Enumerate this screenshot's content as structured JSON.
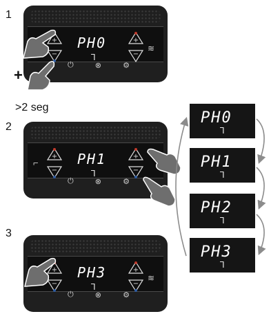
{
  "steps": [
    {
      "number": "1",
      "display": "PH0"
    },
    {
      "number": "2",
      "display": "PH1"
    },
    {
      "number": "3",
      "display": "PH3"
    }
  ],
  "combo_mark": "+",
  "hold_note": ">2 seg",
  "sequence": [
    "PH0",
    "PH1",
    "PH2",
    "PH3"
  ],
  "icons": [
    "plus-icon",
    "minus-icon",
    "heat-wave-icon",
    "power-icon",
    "timer-icon",
    "settings-icon",
    "tap-icon",
    "hand-pointer-icon"
  ],
  "colors": {
    "panel": "#1f1f1f",
    "plus_accent": "#c0392b",
    "minus_accent": "#2c5aa0",
    "arrow": "#8c8c8c",
    "hand": "#6e6e6e"
  }
}
